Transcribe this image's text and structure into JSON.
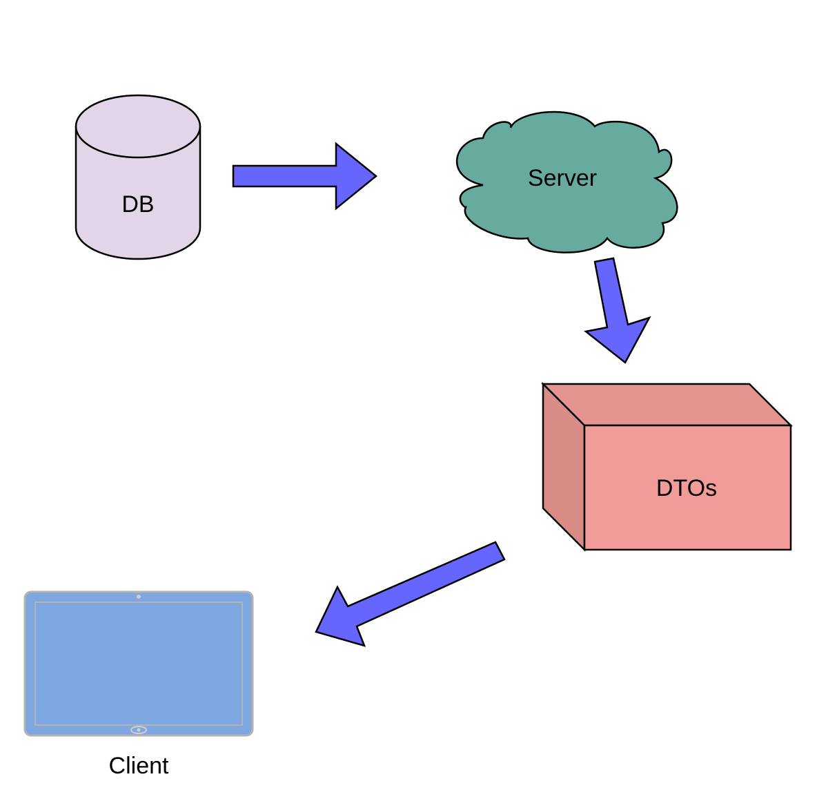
{
  "nodes": {
    "db": {
      "label": "DB",
      "fill": "#e1d5e7"
    },
    "server": {
      "label": "Server",
      "fill": "#67ab9f"
    },
    "dtos": {
      "label": "DTOs",
      "front_fill": "#f19c99",
      "top_fill": "#e5948f",
      "side_fill": "#d98b86"
    },
    "client": {
      "label": "Client",
      "screen_fill": "#7ea6e0",
      "frame_fill": "#7ea6e0",
      "frame_border": "#b3b3b3"
    }
  },
  "arrows": {
    "fill": "#6666ff",
    "stroke": "#000000",
    "connections": [
      {
        "from": "DB",
        "to": "Server"
      },
      {
        "from": "Server",
        "to": "DTOs"
      },
      {
        "from": "DTOs",
        "to": "Client"
      }
    ]
  }
}
